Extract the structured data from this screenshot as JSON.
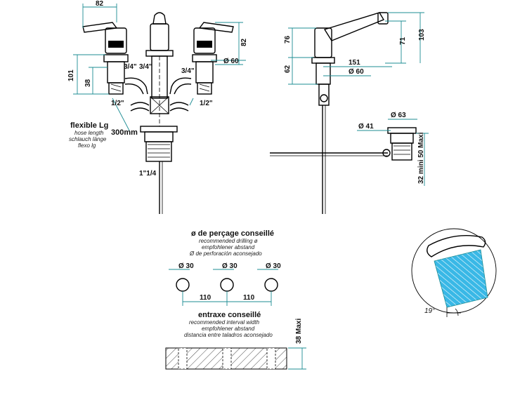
{
  "dims": {
    "w82_front": "82",
    "h82_front": "82",
    "h101": "101",
    "h38": "38",
    "thread34_left": "3/4\"",
    "thread34_mid": "3/4\"",
    "thread34_right": "3/4\"",
    "thread12_left": "1/2\"",
    "thread12_right": "1/2\"",
    "dia60_front": "Ø 60",
    "h76": "76",
    "h62": "62",
    "w151": "151",
    "dia60_side": "Ø 60",
    "h71": "71",
    "h103": "103",
    "dia63": "Ø 63",
    "dia41": "Ø 41",
    "waste_range": "32 mini 50 Maxi",
    "waste_thread": "1\"1/4",
    "angle": "19°",
    "hole_d1": "Ø 30",
    "hole_d2": "Ø 30",
    "hole_d3": "Ø 30",
    "spacing1": "110",
    "spacing2": "110",
    "thickness": "38 Maxi"
  },
  "hose": {
    "title": "flexible Lg",
    "line1": "hose length",
    "line2": "schlauch länge",
    "line3": "flexo lg",
    "length": "300mm"
  },
  "drilling": {
    "title": "ø de perçage conseillé",
    "line1": "recommended drilling ø",
    "line2": "empfohlener abstand",
    "line3": "Ø de perforación aconsejado"
  },
  "interval": {
    "title": "entraxe conseillé",
    "line1": "recommended interval width",
    "line2": "empfohlener abstand",
    "line3": "distancia entre taladros aconsejado"
  },
  "colors": {
    "dimension": "#1c8c93",
    "spray": "#39b8e6"
  }
}
